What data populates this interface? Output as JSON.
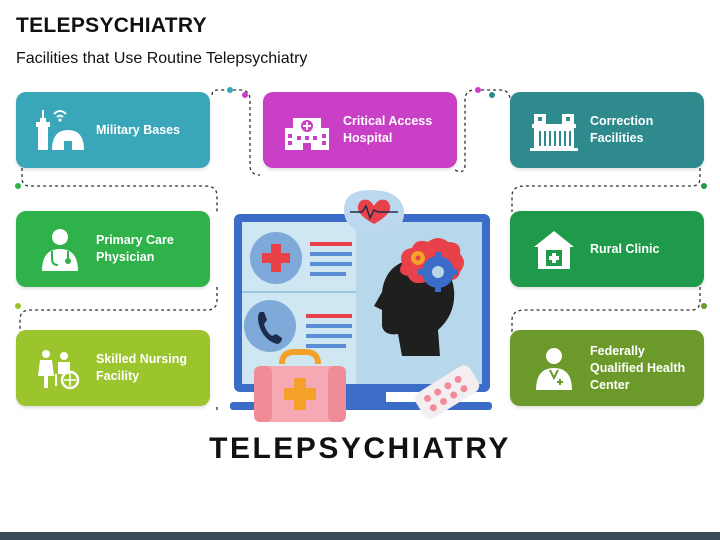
{
  "header": {
    "title": "TELEPSYCHIATRY",
    "subtitle": "Facilities that Use Routine Telepsychiatry"
  },
  "cards": [
    {
      "label": "Military Bases",
      "color": "#3aa6b9",
      "icon": "military-base-icon"
    },
    {
      "label": "Critical Access Hospital",
      "color": "#c93fc6",
      "icon": "hospital-icon"
    },
    {
      "label": "Correction Facilities",
      "color": "#2f8a8e",
      "icon": "prison-icon"
    },
    {
      "label": "Primary Care Physician",
      "color": "#2fb24a",
      "icon": "doctor-icon"
    },
    {
      "label": "Rural Clinic",
      "color": "#1f9a4a",
      "icon": "clinic-icon"
    },
    {
      "label": "Skilled Nursing Facility",
      "color": "#9cc42c",
      "icon": "nursing-icon"
    },
    {
      "label": "Federally Qualified Health Center",
      "color": "#6c9a2a",
      "icon": "health-center-icon"
    }
  ],
  "center": {
    "label": "TELEPSYCHIATRY"
  },
  "colors": {
    "monitor_frame": "#3b6cc7",
    "screen_bg": "#cfe6f3",
    "medical_red": "#e8414a",
    "bag_pink": "#f6a9b2",
    "bag_cross": "#f4a12a",
    "connector": "#333333"
  }
}
